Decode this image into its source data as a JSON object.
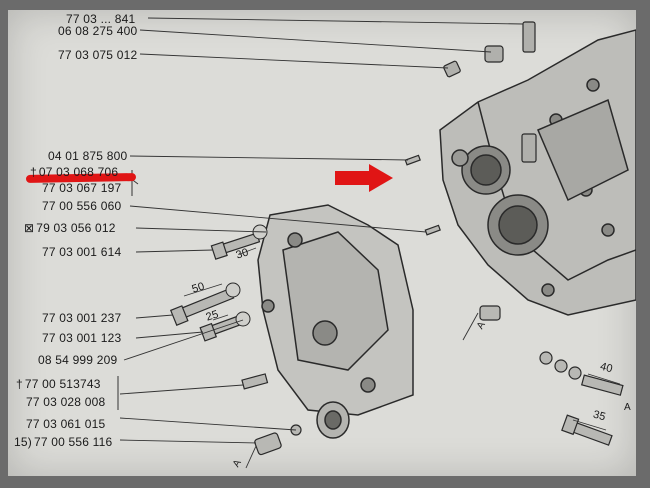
{
  "parts": [
    {
      "number": "77 03 ... 841",
      "symbol": ""
    },
    {
      "number": "06 08 275 400",
      "symbol": ""
    },
    {
      "number": "77 03 075 012",
      "symbol": ""
    },
    {
      "number": "04 01 875 800",
      "symbol": ""
    },
    {
      "number": "07 03 068 706",
      "symbol": "†"
    },
    {
      "number": "77 03 067 197",
      "symbol": ""
    },
    {
      "number": "77 00 556 060",
      "symbol": ""
    },
    {
      "number": "79 03 056 012",
      "symbol": "⊠"
    },
    {
      "number": "77 03 001 614",
      "symbol": ""
    },
    {
      "number": "77 03 001 237",
      "symbol": ""
    },
    {
      "number": "77 03 001 123",
      "symbol": ""
    },
    {
      "number": "08 54 999 209",
      "symbol": ""
    },
    {
      "number": "77 00 513743",
      "symbol": "†"
    },
    {
      "number": "77 03 028 008",
      "symbol": ""
    },
    {
      "number": "77 03 061 015",
      "symbol": ""
    },
    {
      "number": "77 00 556 116",
      "symbol": "15)"
    }
  ],
  "dimensions": [
    "30",
    "50",
    "25",
    "40",
    "35"
  ],
  "markers": [
    "A",
    "A",
    "A"
  ],
  "highlight_color": "#e01515"
}
